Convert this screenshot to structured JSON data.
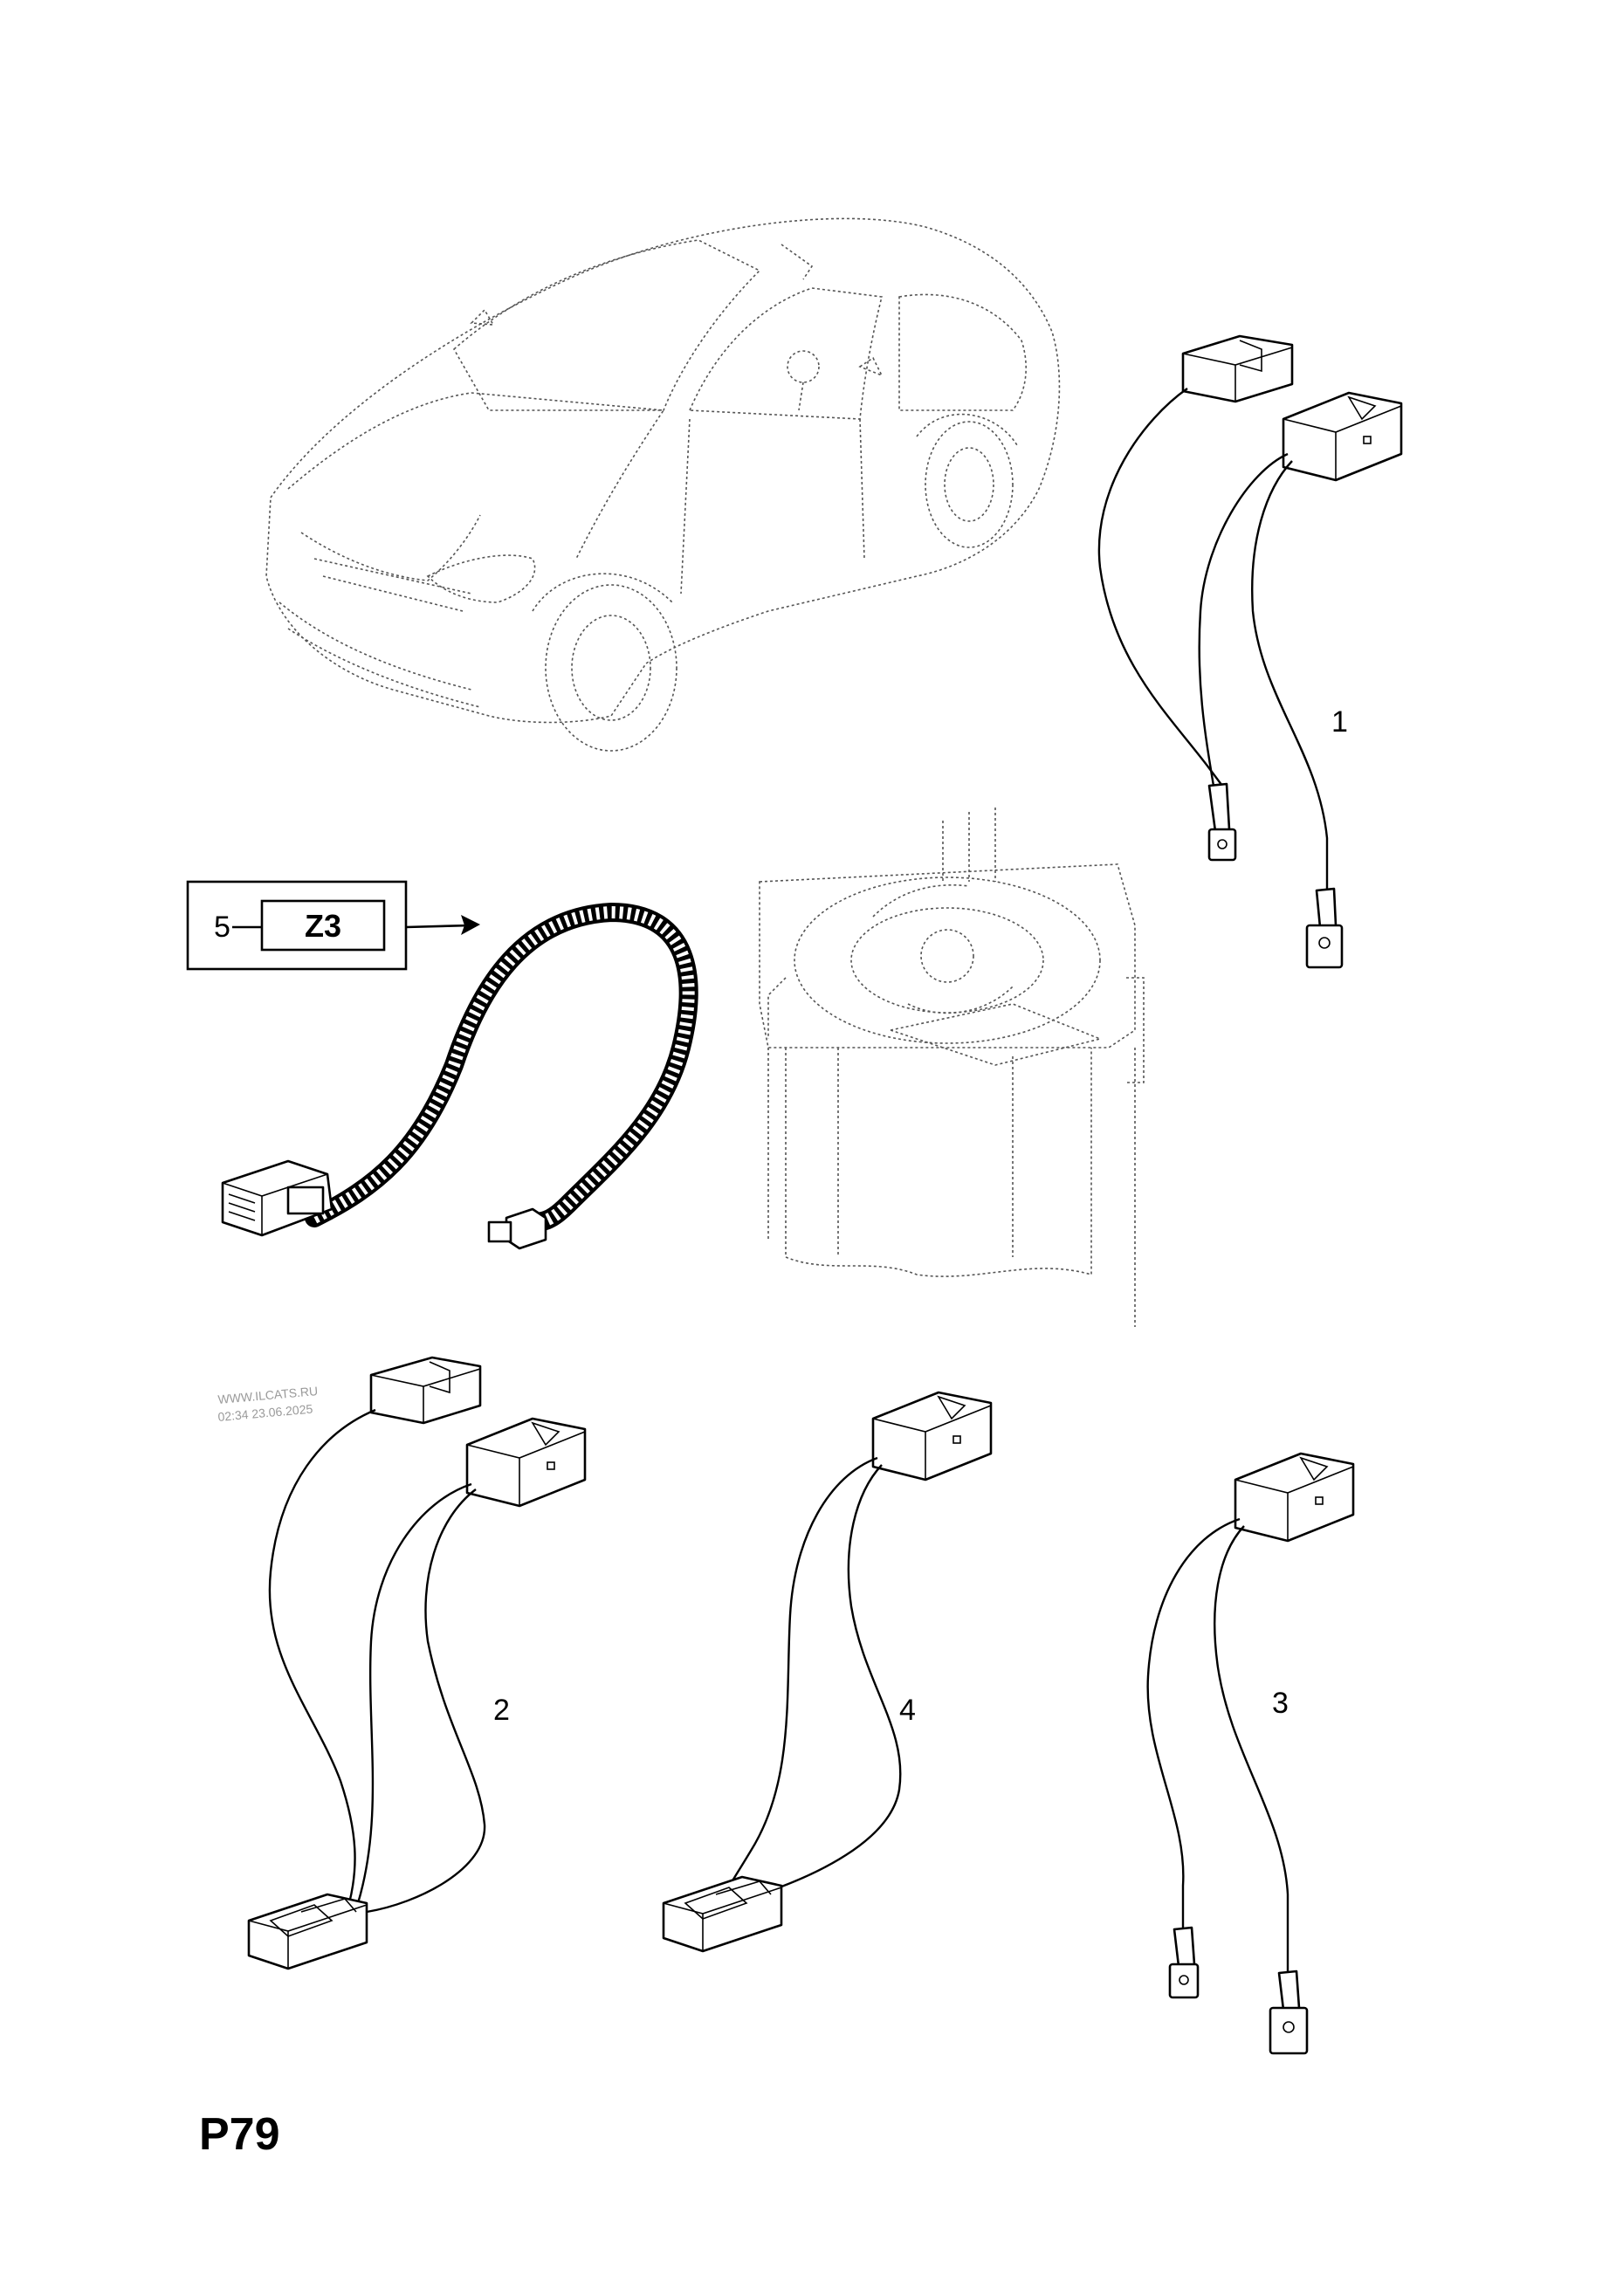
{
  "page_code": "P79",
  "watermark": {
    "line1": "WWW.ILCATS.RU",
    "line2": "02:34 23.06.2025"
  },
  "reference_box": {
    "item_number": "5",
    "code": "Z3"
  },
  "callouts": [
    {
      "id": "1",
      "label": "1"
    },
    {
      "id": "2",
      "label": "2"
    },
    {
      "id": "3",
      "label": "3"
    },
    {
      "id": "4",
      "label": "4"
    }
  ],
  "icons": {
    "vehicle": "car-outline-icon",
    "steering_column": "steering-column-icon",
    "arrow": "arrow-right-icon"
  }
}
